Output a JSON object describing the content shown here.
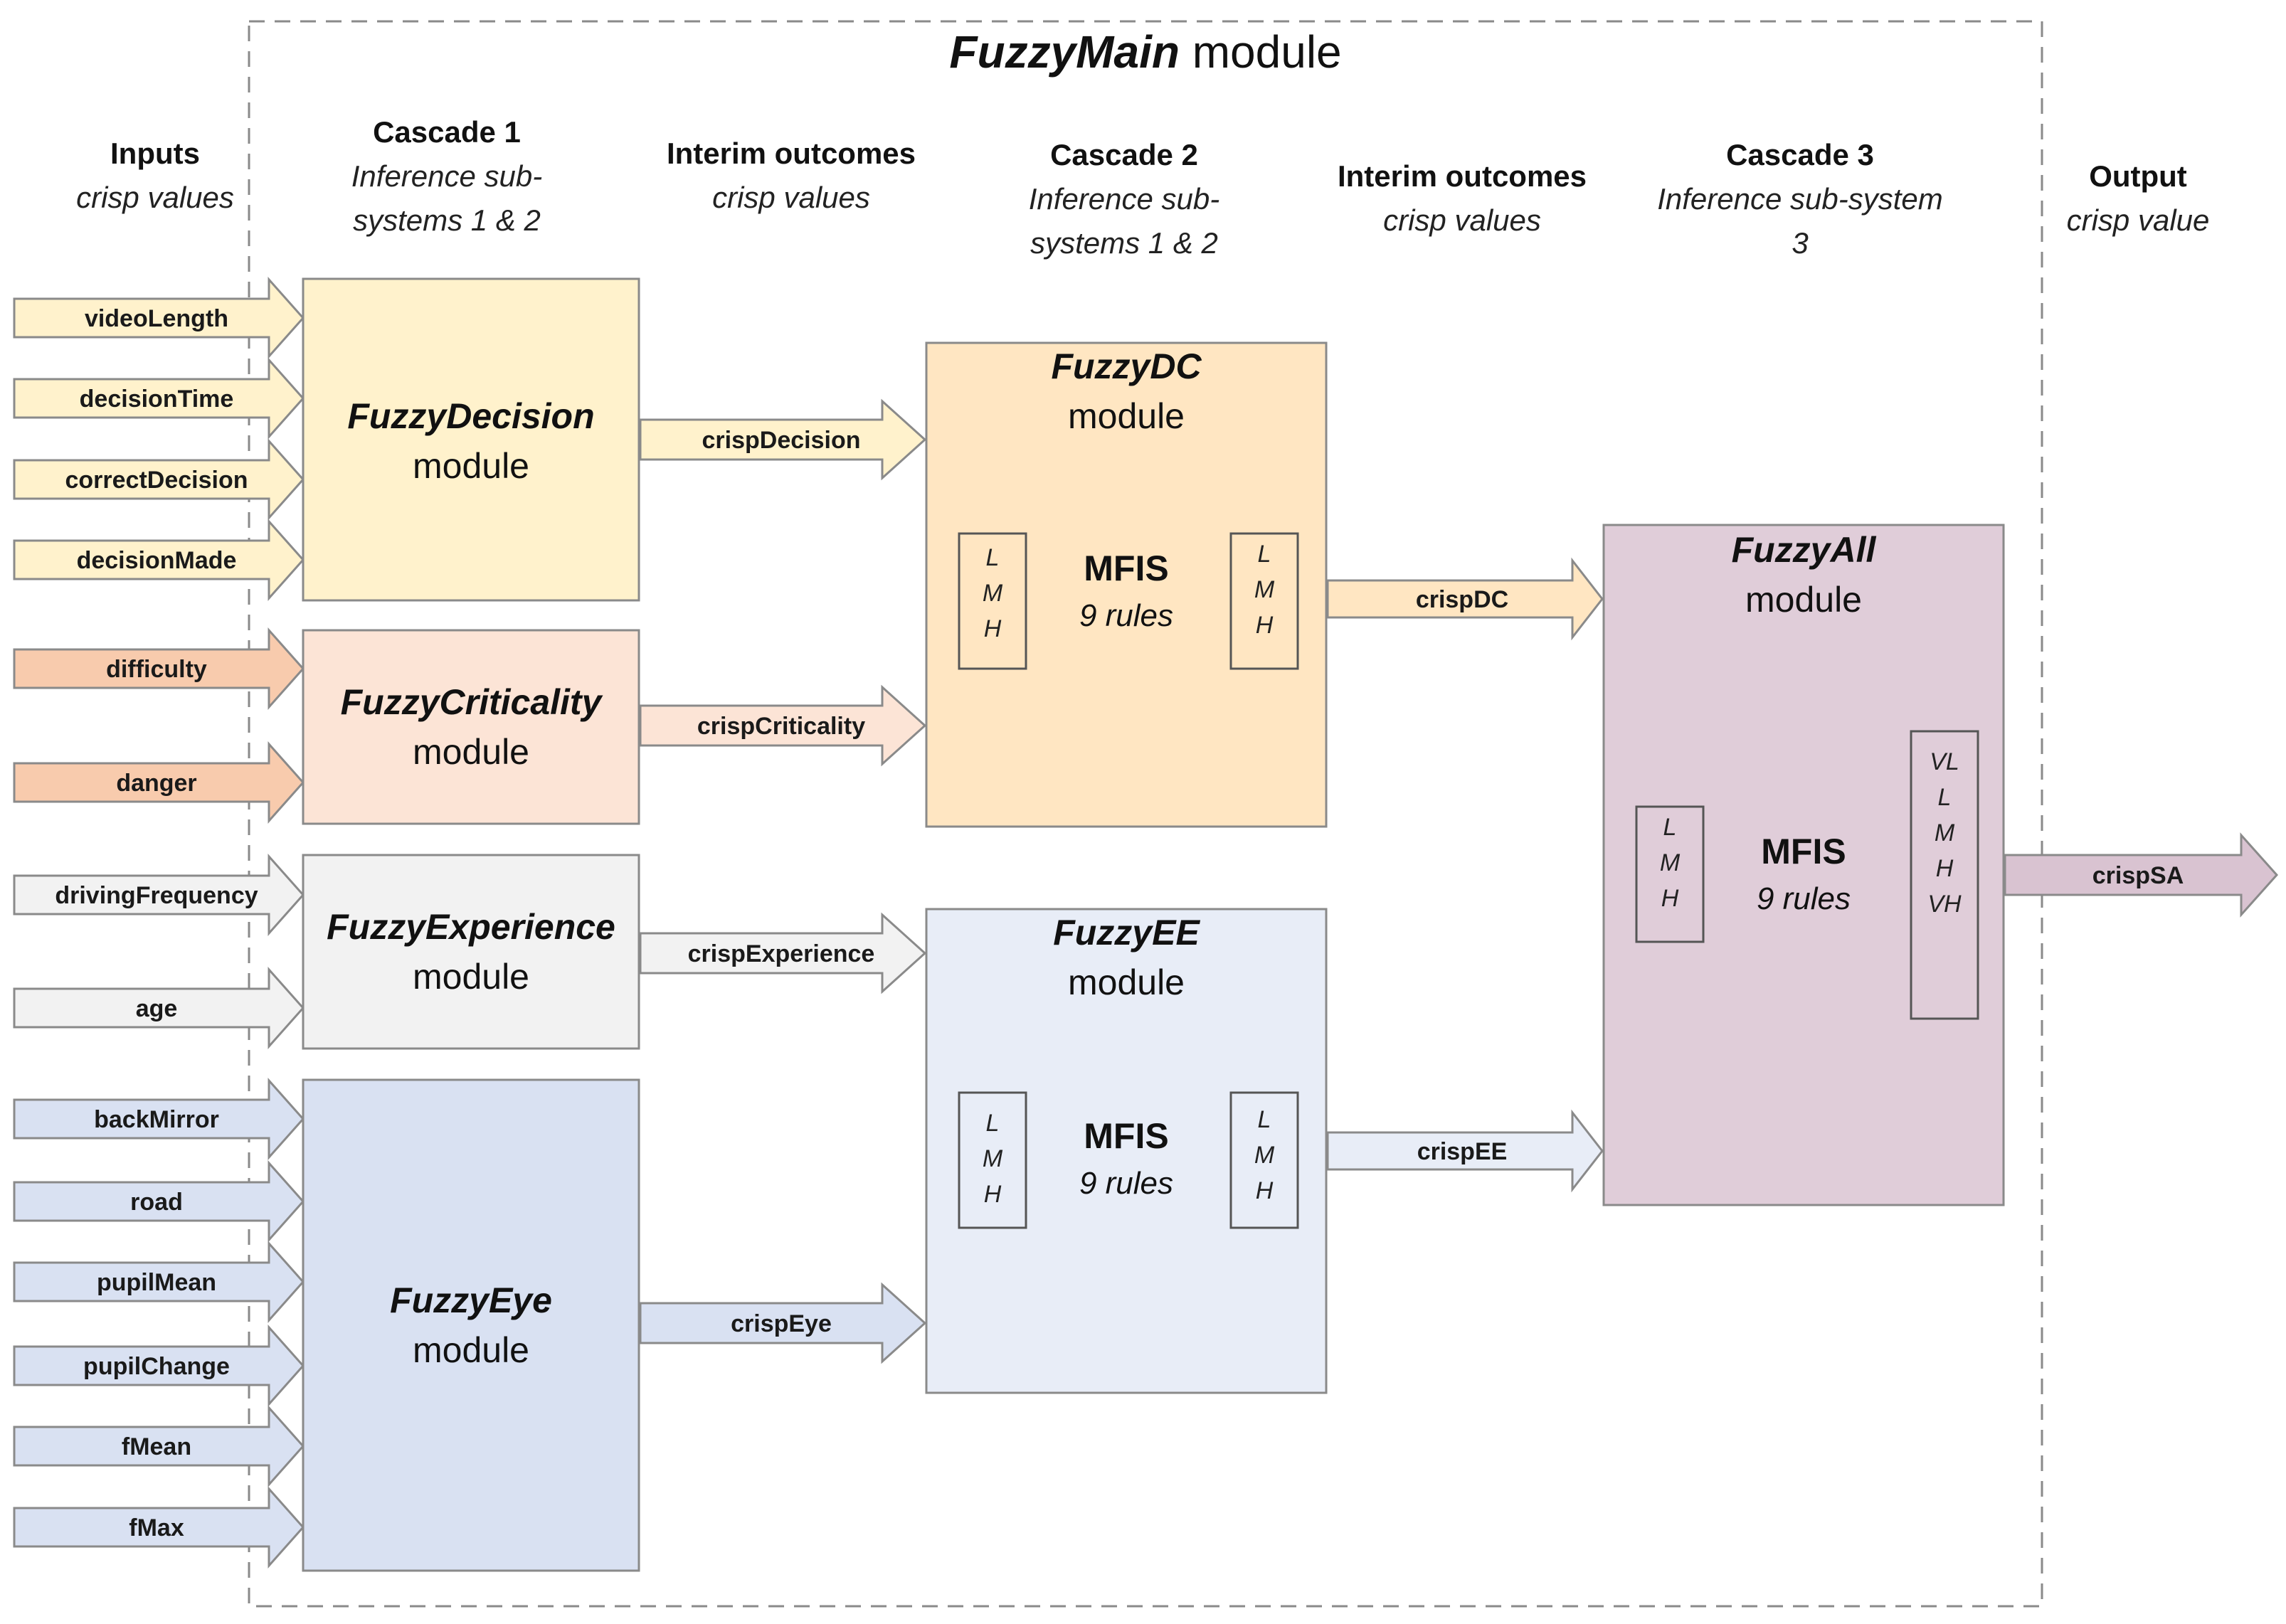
{
  "title": {
    "emph": "FuzzyMain",
    "rest": " module"
  },
  "headers": {
    "inputs": {
      "title": "Inputs",
      "lines": [
        "crisp values"
      ]
    },
    "cascade1": {
      "title": "Cascade 1",
      "lines": [
        "Inference sub-",
        "systems 1 & 2"
      ]
    },
    "interim1": {
      "title": "Interim outcomes",
      "lines": [
        "crisp values"
      ]
    },
    "cascade2": {
      "title": "Cascade 2",
      "lines": [
        "Inference sub-",
        "systems 1 & 2"
      ]
    },
    "interim2": {
      "title": "Interim outcomes",
      "lines": [
        "crisp values"
      ]
    },
    "cascade3": {
      "title": "Cascade 3",
      "lines": [
        "Inference sub-system",
        "3"
      ]
    },
    "output": {
      "title": "Output",
      "lines": [
        "crisp value"
      ]
    }
  },
  "modules": {
    "decision": {
      "name": "FuzzyDecision",
      "suffix": "module"
    },
    "criticality": {
      "name": "FuzzyCriticality",
      "suffix": "module"
    },
    "experience": {
      "name": "FuzzyExperience",
      "suffix": "module"
    },
    "eye": {
      "name": "FuzzyEye",
      "suffix": "module"
    },
    "dc": {
      "name": "FuzzyDC",
      "suffix": "module",
      "mfis": "MFIS",
      "rules": "9 rules"
    },
    "ee": {
      "name": "FuzzyEE",
      "suffix": "module",
      "mfis": "MFIS",
      "rules": "9 rules"
    },
    "all": {
      "name": "FuzzyAll",
      "suffix": "module",
      "mfis": "MFIS",
      "rules": "9 rules"
    }
  },
  "membership": {
    "lmh": [
      "L",
      "M",
      "H"
    ],
    "five": [
      "VL",
      "L",
      "M",
      "H",
      "VH"
    ]
  },
  "inputs": [
    {
      "label": "videoLength",
      "group": "decision"
    },
    {
      "label": "decisionTime",
      "group": "decision"
    },
    {
      "label": "correctDecision",
      "group": "decision"
    },
    {
      "label": "decisionMade",
      "group": "decision"
    },
    {
      "label": "difficulty",
      "group": "criticality"
    },
    {
      "label": "danger",
      "group": "criticality"
    },
    {
      "label": "drivingFrequency",
      "group": "experience"
    },
    {
      "label": "age",
      "group": "experience"
    },
    {
      "label": "backMirror",
      "group": "eye"
    },
    {
      "label": "road",
      "group": "eye"
    },
    {
      "label": "pupilMean",
      "group": "eye"
    },
    {
      "label": "pupilChange",
      "group": "eye"
    },
    {
      "label": "fMean",
      "group": "eye"
    },
    {
      "label": "fMax",
      "group": "eye"
    }
  ],
  "interim": {
    "crispDecision": "crispDecision",
    "crispCriticality": "crispCriticality",
    "crispExperience": "crispExperience",
    "crispEye": "crispEye",
    "crispDC": "crispDC",
    "crispEE": "crispEE",
    "crispSA": "crispSA"
  },
  "colors": {
    "decision_fill": "#fff2cc",
    "criticality_fill": "#fce4d6",
    "criticality_arrow": "#f8cbad",
    "experience_fill": "#f2f2f2",
    "eye_fill": "#d9e1f2",
    "dc_fill": "#ffe6c2",
    "ee_fill": "#e8edf7",
    "all_fill": "#e0cdd9",
    "all_arrow": "#d9c3d1"
  }
}
